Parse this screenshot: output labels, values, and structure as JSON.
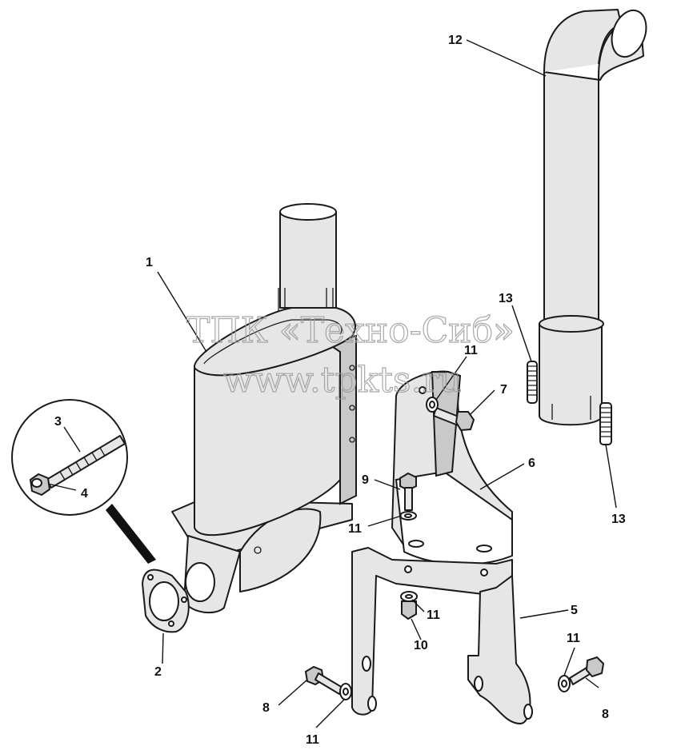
{
  "watermark": {
    "line1": "ТПК «Техно-Сиб»",
    "line2": "www.tpkts.ru"
  },
  "callouts": {
    "c1": "1",
    "c2": "2",
    "c3": "3",
    "c4": "4",
    "c5": "5",
    "c6": "6",
    "c7": "7",
    "c8a": "8",
    "c8b": "8",
    "c9": "9",
    "c10": "10",
    "c11a": "11",
    "c11b": "11",
    "c11c": "11",
    "c11d": "11",
    "c11e": "11",
    "c12": "12",
    "c13a": "13",
    "c13b": "13"
  }
}
